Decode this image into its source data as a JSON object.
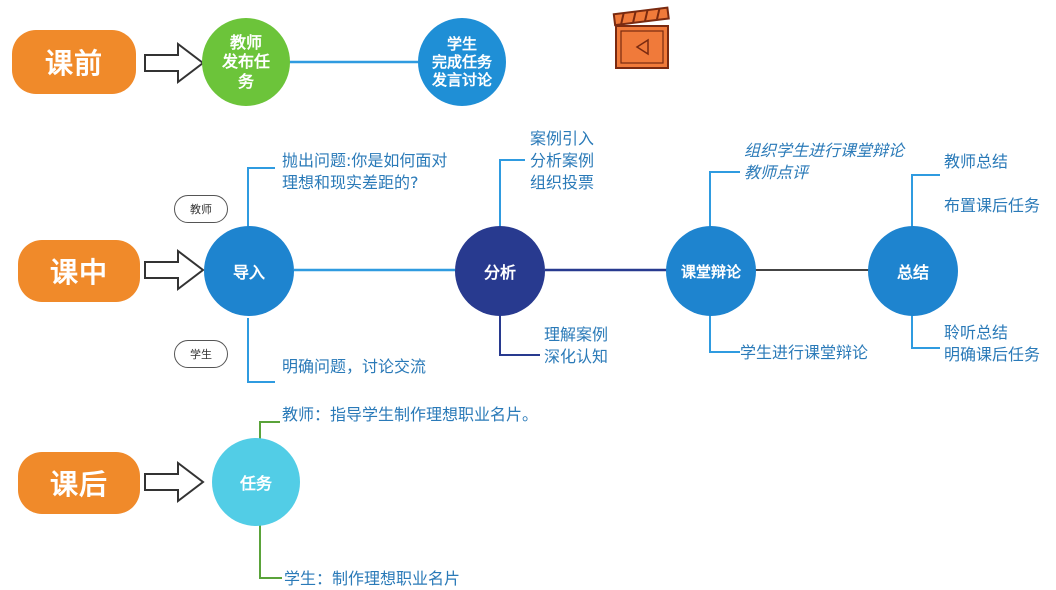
{
  "stages": {
    "before": "课前",
    "during": "课中",
    "after": "课后"
  },
  "before": {
    "teacher_node": [
      "教师",
      "发布任",
      "务"
    ],
    "student_node": [
      "学生",
      "完成任务",
      "发言讨论"
    ]
  },
  "during": {
    "nodes": {
      "intro": "导入",
      "analysis": "分析",
      "debate": "课堂辩论",
      "summary": "总结"
    },
    "role_tags": {
      "teacher": "教师",
      "student": "学生"
    },
    "intro_top": [
      "抛出问题:你是如何面对",
      "理想和现实差距的?"
    ],
    "intro_bottom": [
      "明确问题，讨论交流"
    ],
    "analysis_top": [
      "案例引入",
      "分析案例",
      "组织投票"
    ],
    "analysis_bottom": [
      "理解案例",
      "深化认知"
    ],
    "debate_top": [
      "组织学生进行课堂辩论",
      "教师点评"
    ],
    "debate_bottom": [
      "学生进行课堂辩论"
    ],
    "summary_top": [
      "教师总结",
      "布置课后任务"
    ],
    "summary_bottom": [
      "聆听总结",
      "明确课后任务"
    ]
  },
  "after": {
    "node": "任务",
    "teacher_note": "教师：指导学生制作理想职业名片。",
    "student_note": "学生：制作理想职业名片"
  },
  "colors": {
    "stage_pill": "#f08a2a",
    "teacher_green": "#6cc43a",
    "student_blue": "#1f8fd6",
    "node_blue": "#1e84cf",
    "node_navy": "#283a8f",
    "node_cyan": "#52cde6",
    "note_text": "#2a7ab8",
    "connector": "#2f9be0",
    "green_bracket": "#5aa33a"
  },
  "icons": [
    "arrow-right-outline-icon",
    "clapperboard-icon"
  ]
}
